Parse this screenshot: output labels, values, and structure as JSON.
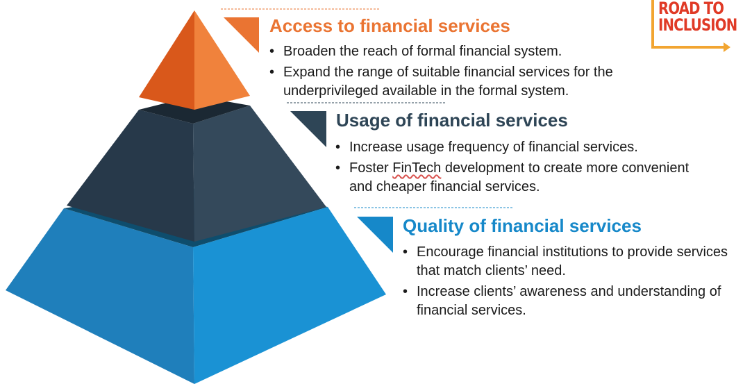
{
  "colors": {
    "access": "#ea7432",
    "usage": "#2e4556",
    "quality": "#1688c9",
    "logo_red": "#e03a26",
    "logo_orange": "#f2a531"
  },
  "logo": {
    "line1": "ROAD TO",
    "line2": "INCLUSION"
  },
  "sections": [
    {
      "title": "Access to financial services",
      "bullets": [
        "Broaden the reach of formal financial system.",
        "Expand the range of suitable financial services for the underprivileged available in the formal system."
      ]
    },
    {
      "title": "Usage of financial services",
      "bullets": [
        "Increase usage frequency of financial services.",
        "and cheaper financial services."
      ],
      "fintech_bullet": {
        "before": "Foster ",
        "highlight": "FinTech",
        "after": " development to create more convenient"
      }
    },
    {
      "title": "Quality of financial services",
      "bullets": [
        "Encourage financial institutions to provide services that match clients’ need.",
        "Increase clients’ awareness and understanding of financial services."
      ]
    }
  ],
  "bullet_glyph": "•"
}
